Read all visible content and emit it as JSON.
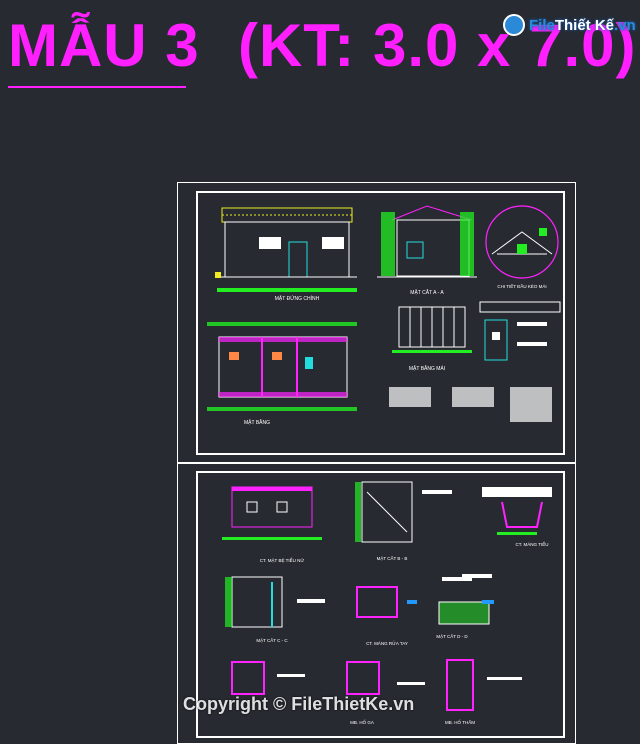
{
  "title": {
    "part1": "MẪU 3",
    "part2": "(KT: 3.0 x 7.0)"
  },
  "logo": {
    "text_a": "File",
    "text_b": "Thiết Kế",
    "text_c": ".vn"
  },
  "watermark": "Copyright © FileThietKe.vn",
  "colors": {
    "background": "#272a31",
    "title": "#ff1fff",
    "cad_green": "#22ee22",
    "cad_magenta": "#ff22ff",
    "cad_yellow": "#eeee22",
    "cad_cyan": "#22dddd",
    "cad_white": "#ffffff"
  },
  "drawing_labels": {
    "front_elevation": "MẶT ĐỨNG CHÍNH",
    "section_aa": "MẶT CẮT A - A",
    "roof_detail": "CHI TIẾT ĐẦU KÈO MÁI",
    "roof_plan": "MẶT BẰNG MÁI",
    "floor_plan": "MẶT BẰNG",
    "urinal_detail": "CT. MẶT BỆ TIỂU NỮ",
    "section_bb": "MẶT CẮT B - B",
    "urinal_trough": "CT. MÁNG TIỂU",
    "section_cc": "MẶT CẮT C - C",
    "sink_detail": "CT. MÁNG RỬA TAY",
    "section_dd": "MẶT CẮT D - D",
    "pit": "MB. HỐ GA",
    "soak_pit": "MB. HỐ THẤM"
  }
}
